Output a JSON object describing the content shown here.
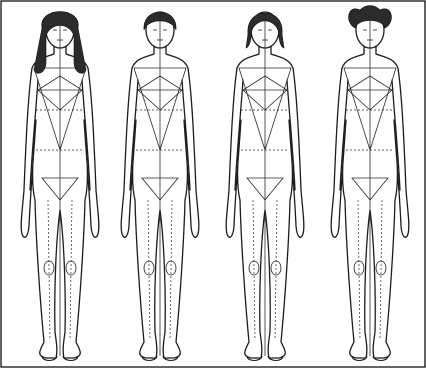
{
  "figures": [
    {
      "id": "f1",
      "hair": "long"
    },
    {
      "id": "f2",
      "hair": "short"
    },
    {
      "id": "f3",
      "hair": "shoulder"
    },
    {
      "id": "f4",
      "hair": "bun"
    }
  ],
  "colors": {
    "background": "#ffffff",
    "ink": "#1c1c1c"
  }
}
